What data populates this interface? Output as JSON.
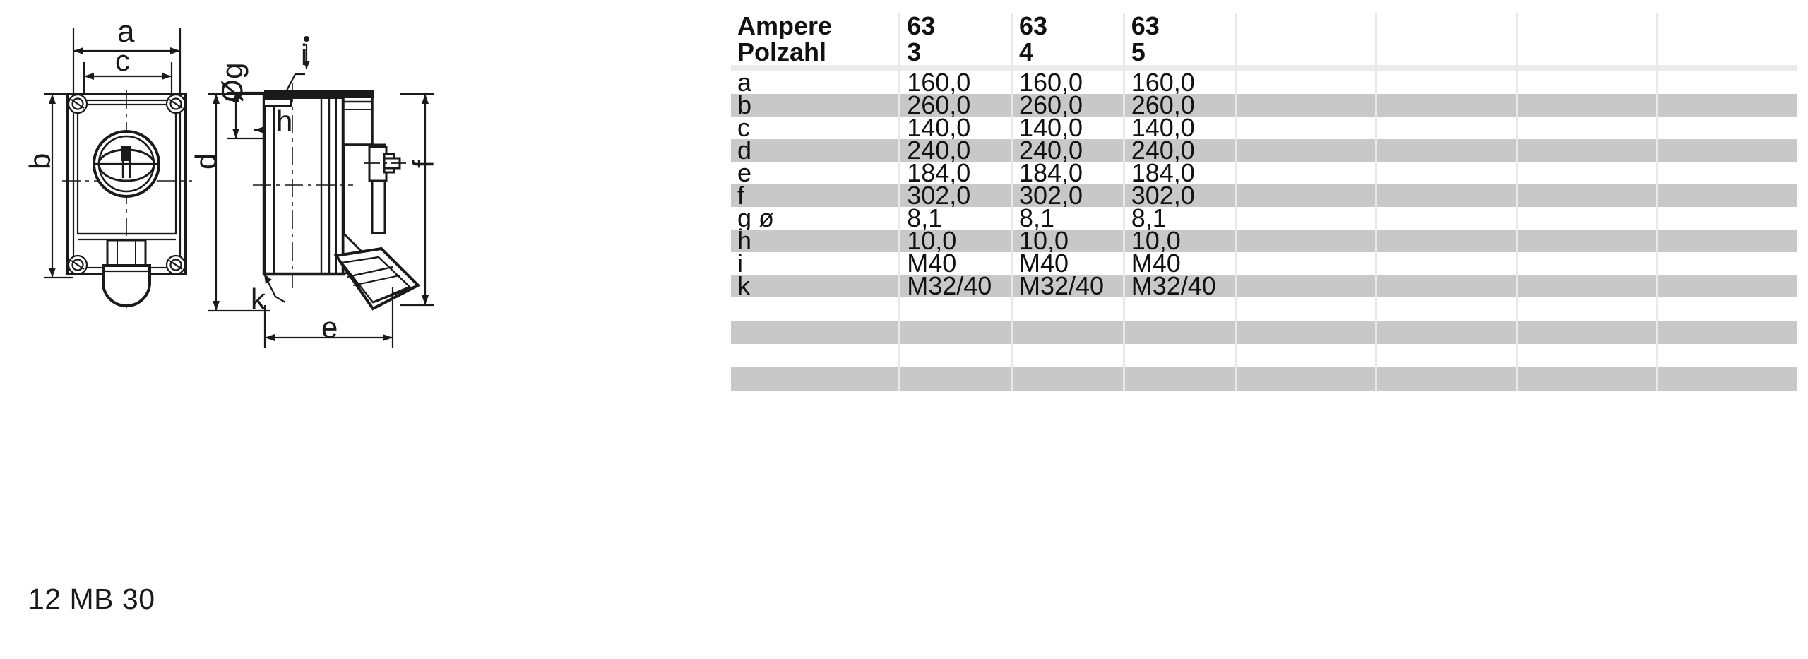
{
  "drawing": {
    "part_number": "12 MB 30",
    "dimension_labels": {
      "a": "a",
      "b": "b",
      "c": "c",
      "d": "d",
      "e": "e",
      "f": "f",
      "g": "Øg",
      "h": "h",
      "i": "i",
      "k": "k"
    }
  },
  "table": {
    "header_rows": [
      {
        "label": "Ampere",
        "values": [
          "63",
          "63",
          "63"
        ]
      },
      {
        "label": "Polzahl",
        "values": [
          "3",
          "4",
          "5"
        ]
      }
    ],
    "rows": [
      {
        "label": "a",
        "values": [
          "160,0",
          "160,0",
          "160,0"
        ],
        "shaded": false
      },
      {
        "label": "b",
        "values": [
          "260,0",
          "260,0",
          "260,0"
        ],
        "shaded": true
      },
      {
        "label": "c",
        "values": [
          "140,0",
          "140,0",
          "140,0"
        ],
        "shaded": false
      },
      {
        "label": "d",
        "values": [
          "240,0",
          "240,0",
          "240,0"
        ],
        "shaded": true
      },
      {
        "label": "e",
        "values": [
          "184,0",
          "184,0",
          "184,0"
        ],
        "shaded": false
      },
      {
        "label": "f",
        "values": [
          "302,0",
          "302,0",
          "302,0"
        ],
        "shaded": true
      },
      {
        "label": "g ø",
        "values": [
          "8,1",
          "8,1",
          "8,1"
        ],
        "shaded": false
      },
      {
        "label": "h",
        "values": [
          "10,0",
          "10,0",
          "10,0"
        ],
        "shaded": true
      },
      {
        "label": "i",
        "values": [
          "M40",
          "M40",
          "M40"
        ],
        "shaded": false
      },
      {
        "label": "k",
        "values": [
          "M32/40",
          "M32/40",
          "M32/40"
        ],
        "shaded": true
      }
    ],
    "trailing_rows": [
      {
        "label": "",
        "values": [
          "",
          "",
          ""
        ],
        "shaded": false
      },
      {
        "label": "",
        "values": [
          "",
          "",
          ""
        ],
        "shaded": true
      },
      {
        "label": "",
        "values": [
          "",
          "",
          ""
        ],
        "shaded": false
      },
      {
        "label": "",
        "values": [
          "",
          "",
          ""
        ],
        "shaded": true
      }
    ],
    "empty_columns": 4
  },
  "colors": {
    "shade": "#c8c8c8",
    "divider": "#e8e8e8",
    "text": "#111111",
    "line": "#1a1a1a"
  }
}
